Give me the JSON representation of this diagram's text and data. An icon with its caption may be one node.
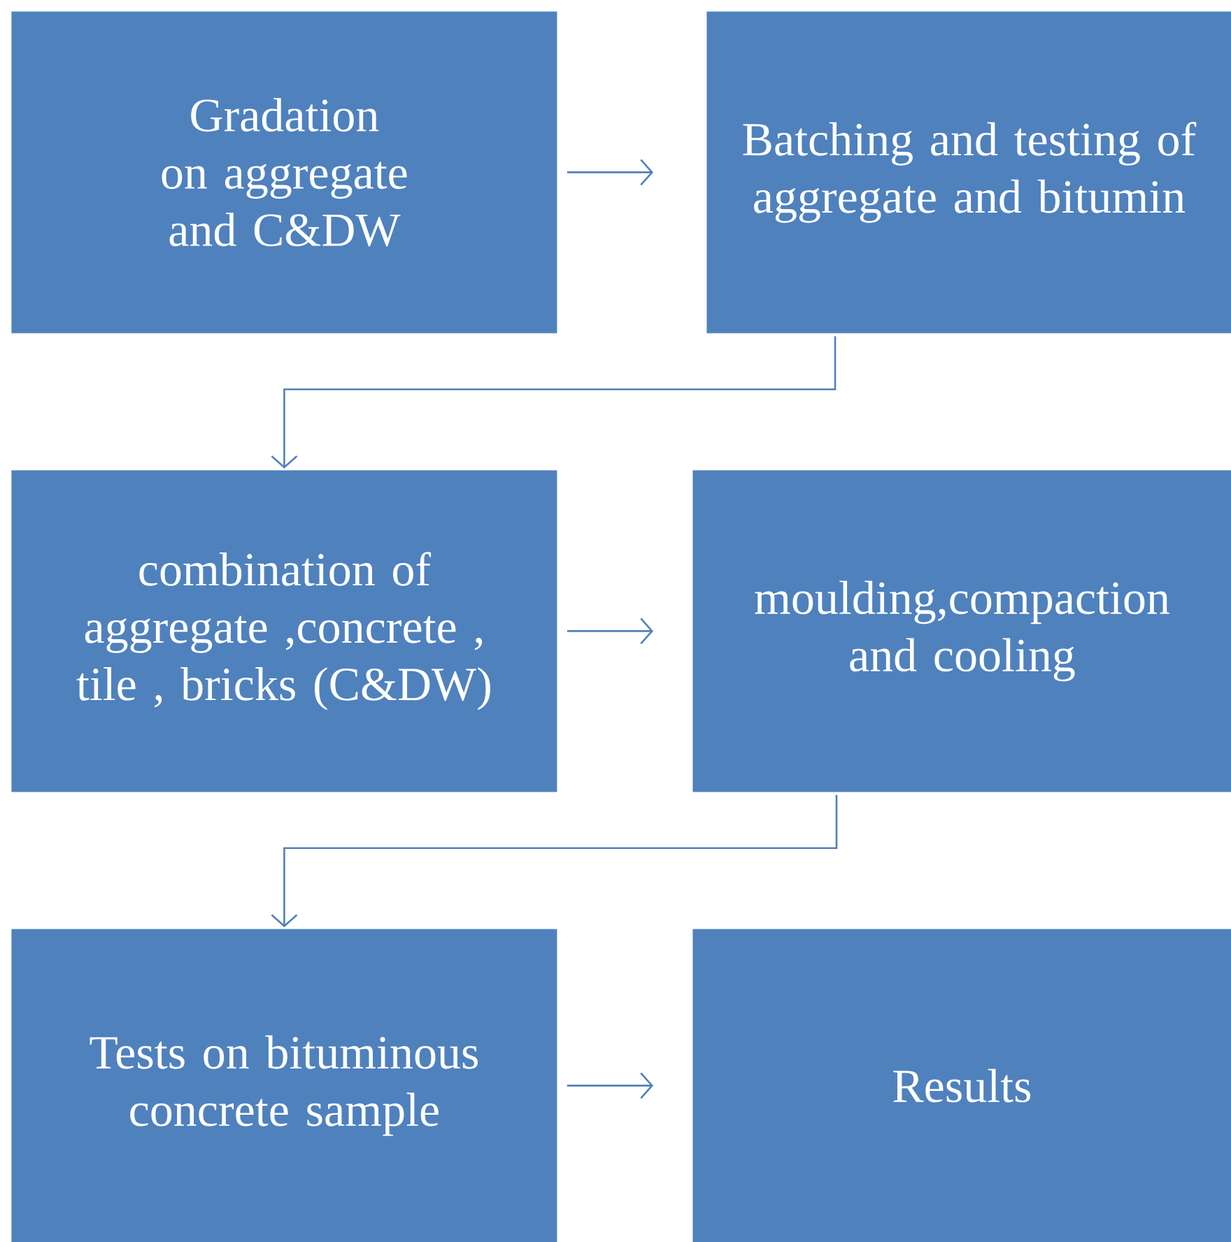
{
  "diagram": {
    "nodes": [
      {
        "text": [
          "Gradation on aggregate and C&DW"
        ]
      },
      {
        "text": [
          "Batching and testing of aggregate and bitumin"
        ]
      },
      {
        "text": [
          "combination of aggregate ,concrete , tile , bricks (C&DW)"
        ]
      },
      {
        "text": [
          "moulding,compaction and cooling"
        ]
      },
      {
        "text": [
          "Tests on bituminous concrete sample"
        ]
      },
      {
        "text": [
          "Results"
        ]
      }
    ],
    "edges": [
      {
        "from": 0,
        "to": 1,
        "arrow": "to"
      },
      {
        "from": 1,
        "to": 2,
        "arrow": "to"
      },
      {
        "from": 2,
        "to": 3,
        "arrow": "to"
      },
      {
        "from": 3,
        "to": 4,
        "arrow": "to"
      },
      {
        "from": 4,
        "to": 5,
        "arrow": "to"
      }
    ]
  }
}
